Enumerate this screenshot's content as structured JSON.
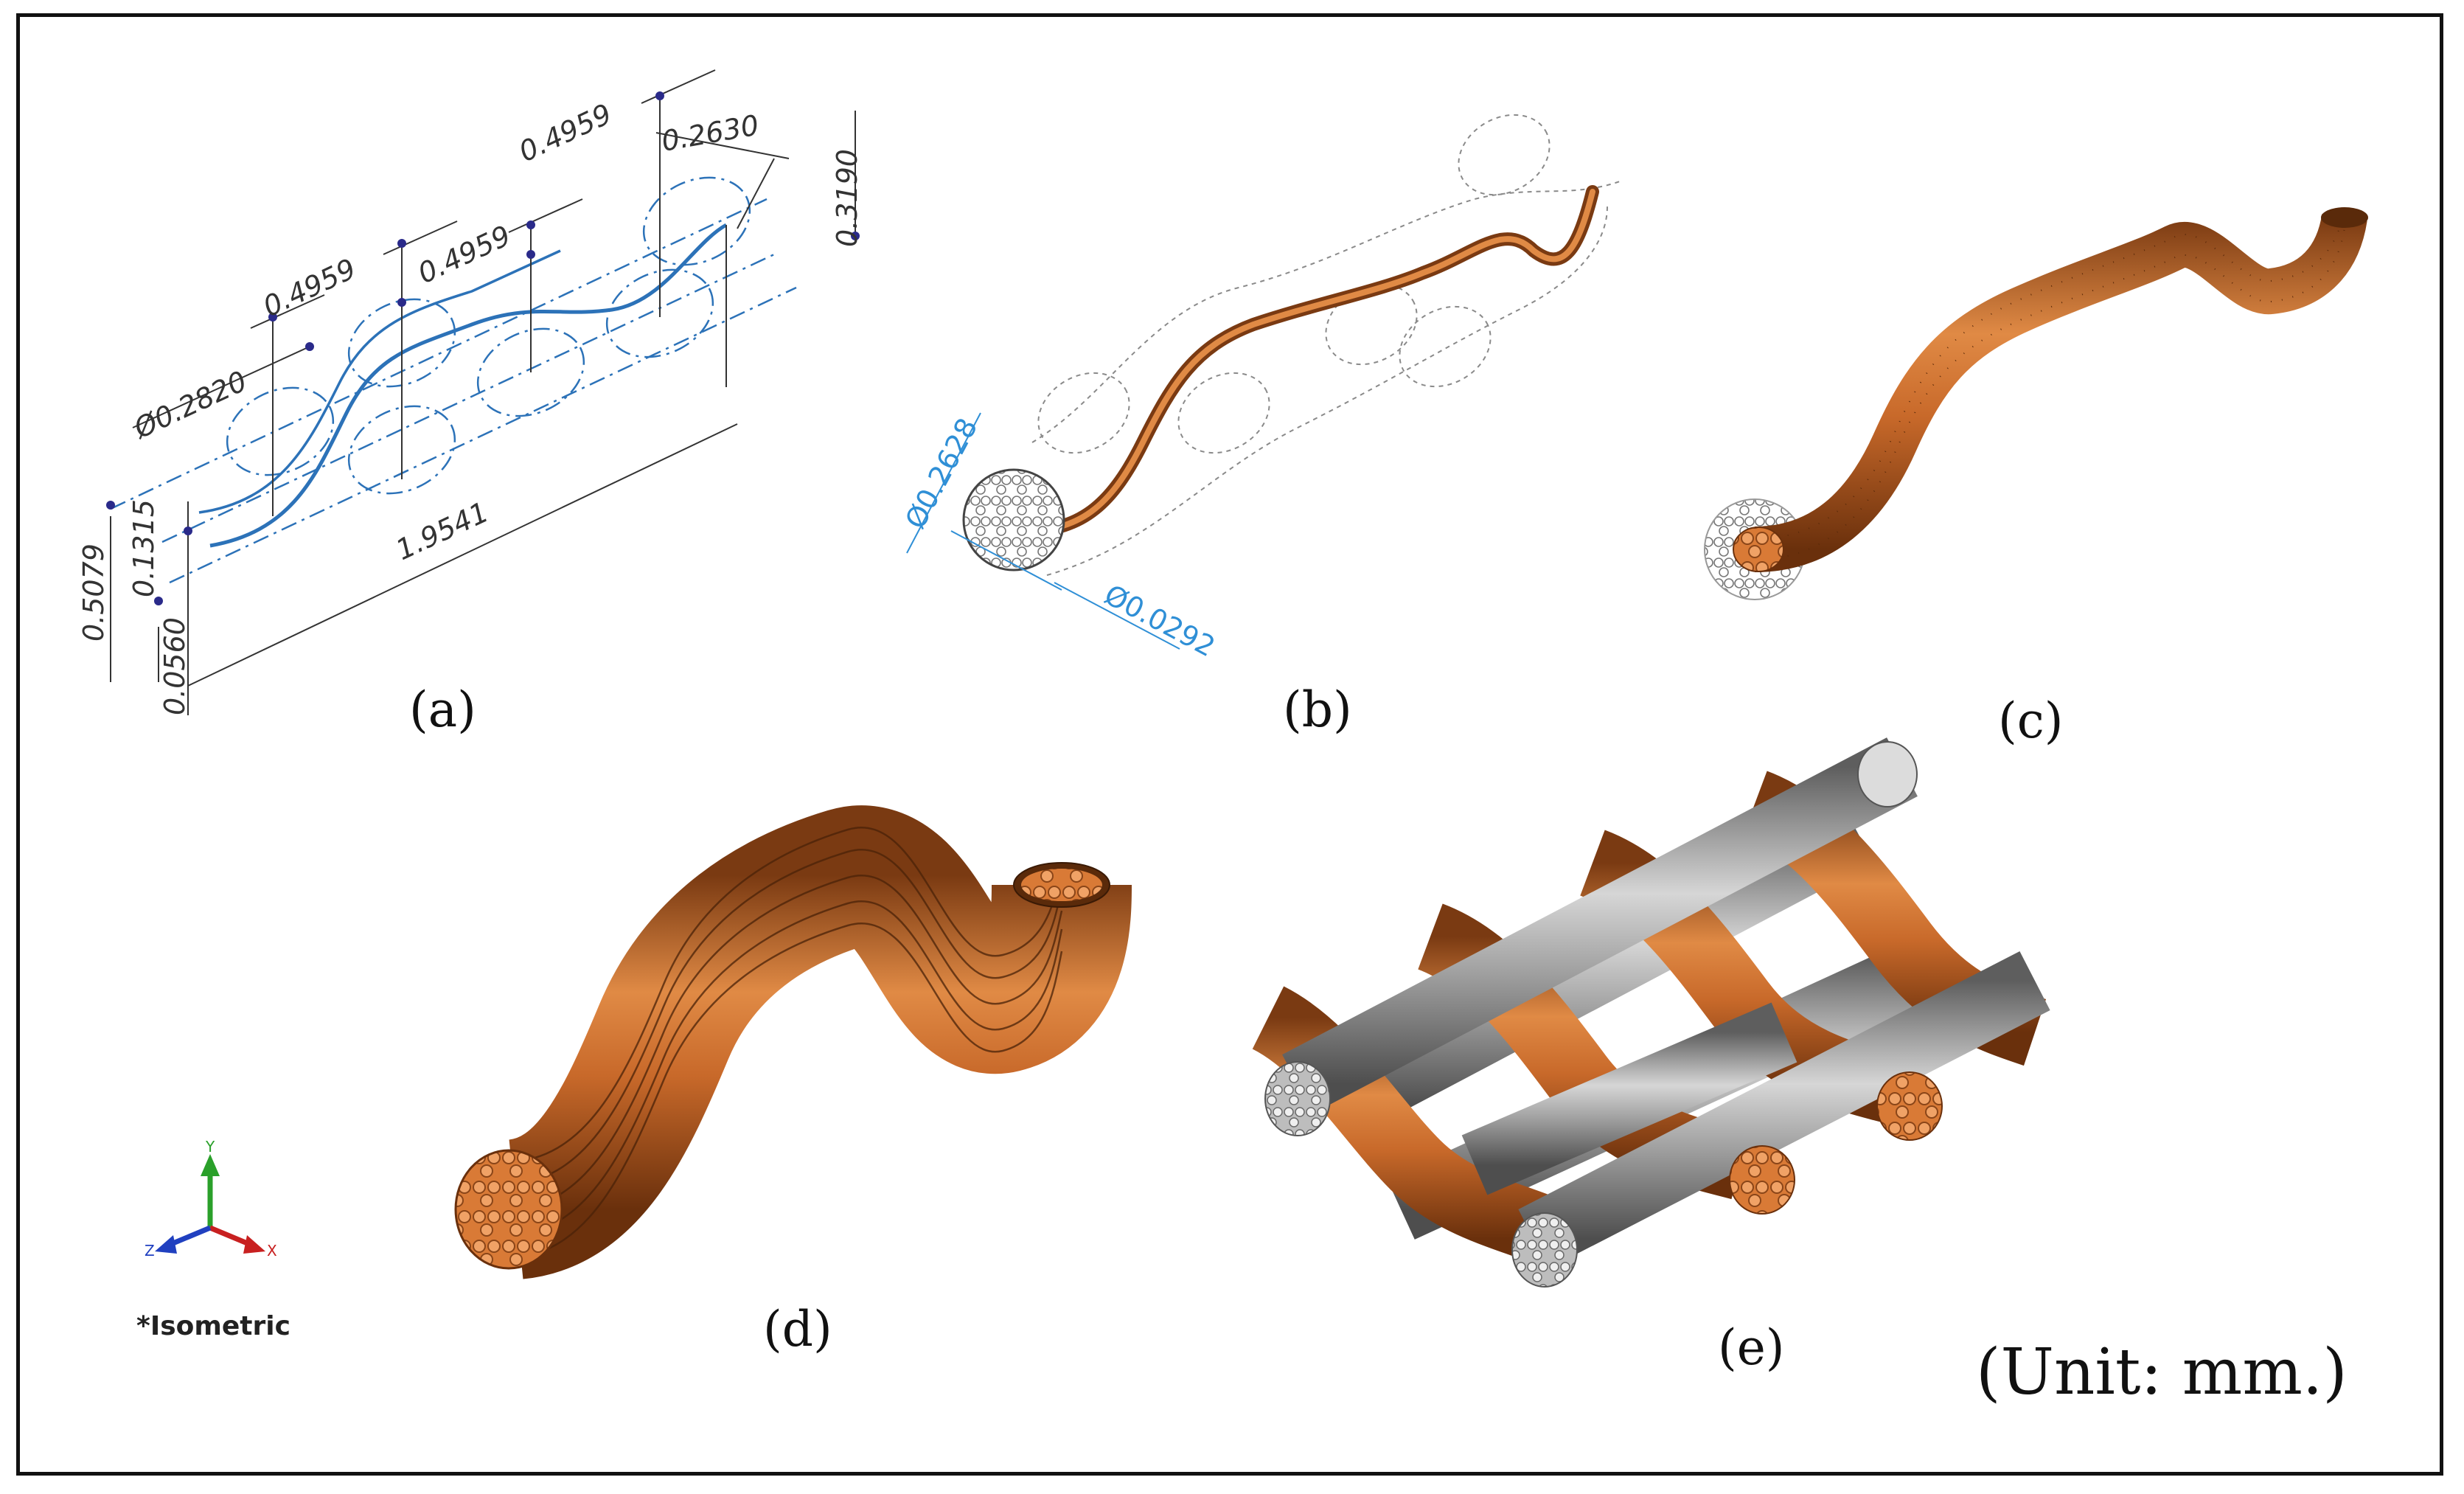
{
  "panels": {
    "a": {
      "label": "(a)",
      "dims": [
        "0.4959",
        "0.4959",
        "0.4959",
        "0.2630",
        "0.3190",
        "Ø0.2820",
        "0.5079",
        "0.1315",
        "0.0560",
        "1.9541"
      ]
    },
    "b": {
      "label": "(b)",
      "dims": [
        "Ø0.2628",
        "Ø0.0292"
      ]
    },
    "c": {
      "label": "(c)"
    },
    "d": {
      "label": "(d)"
    },
    "e": {
      "label": "(e)"
    }
  },
  "triad": {
    "y": "Y",
    "x": "X",
    "z": "Z",
    "view": "*Isometric"
  },
  "unit_note": "(Unit: mm.)",
  "colors": {
    "copper": "#c8692a",
    "silver": "#9a9a9a",
    "dim_blue": "#2f8fd6",
    "sketch_blue": "#2c72b8"
  }
}
